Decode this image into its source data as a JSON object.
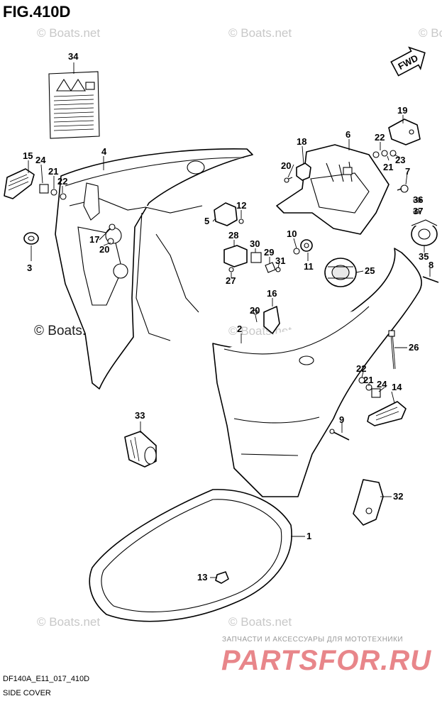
{
  "figure": {
    "title": "FIG.410D",
    "model_code": "DF140A_E11_017_410D",
    "caption": "SIDE COVER",
    "direction_label": "FWD"
  },
  "watermarks": {
    "boats_small": "© Boats.net",
    "boats_large": "© Boats.net"
  },
  "promo": {
    "tagline": "ЗАПЧАСТИ И АКСЕССУАРЫ ДЛЯ МОТОТЕХНИКИ",
    "site": "PARTSFOR.RU"
  },
  "callouts": {
    "c1": "1",
    "c2": "2",
    "c3": "3",
    "c4": "4",
    "c5": "5",
    "c6": "6",
    "c7": "7",
    "c8": "8",
    "c9": "9",
    "c10": "10",
    "c11": "11",
    "c12": "12",
    "c13": "13",
    "c14": "14",
    "c15": "15",
    "c16": "16",
    "c17": "17",
    "c18": "18",
    "c19": "19",
    "c20a": "20",
    "c20b": "20",
    "c20c": "20",
    "c21a": "21",
    "c21b": "21",
    "c21c": "21",
    "c22a": "22",
    "c22b": "22",
    "c22c": "22",
    "c23": "23",
    "c24a": "24",
    "c24b": "24",
    "c25": "25",
    "c26": "26",
    "c27": "27",
    "c28": "28",
    "c29": "29",
    "c30": "30",
    "c31": "31",
    "c32": "32",
    "c33": "33",
    "c34": "34",
    "c35": "35",
    "c36": "36",
    "c37": "37"
  }
}
